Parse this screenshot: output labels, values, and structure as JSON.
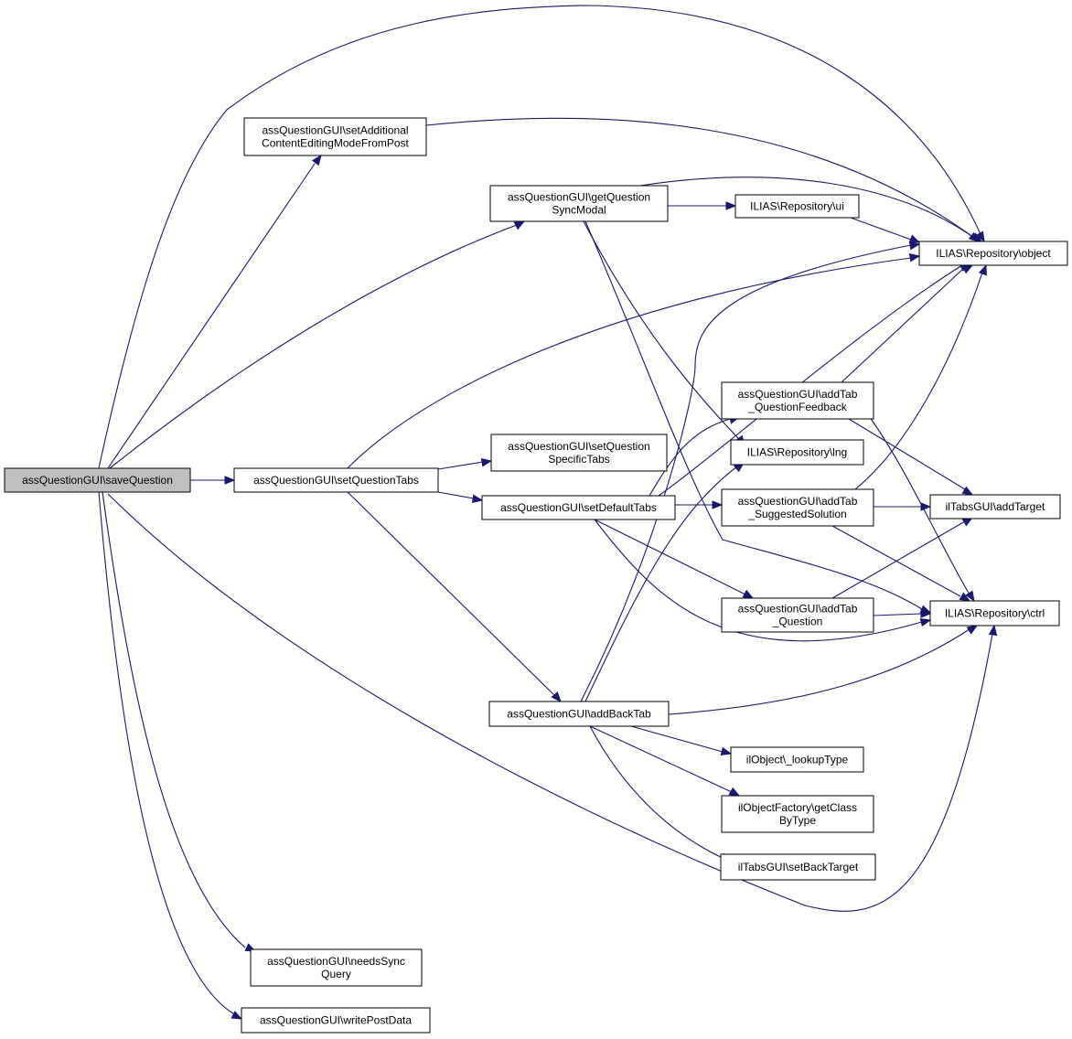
{
  "nodes": [
    {
      "id": "saveQuestion",
      "lines": [
        "assQuestionGUI\\saveQuestion"
      ],
      "root": true
    },
    {
      "id": "setAdditional",
      "lines": [
        "assQuestionGUI\\setAdditional",
        "ContentEditingModeFromPost"
      ]
    },
    {
      "id": "getQuestionSyncModal",
      "lines": [
        "assQuestionGUI\\getQuestion",
        "SyncModal"
      ]
    },
    {
      "id": "repoUi",
      "lines": [
        "ILIAS\\Repository\\ui"
      ]
    },
    {
      "id": "repoObject",
      "lines": [
        "ILIAS\\Repository\\object"
      ]
    },
    {
      "id": "setQuestionSpecificTabs",
      "lines": [
        "assQuestionGUI\\setQuestion",
        "SpecificTabs"
      ]
    },
    {
      "id": "setQuestionTabs",
      "lines": [
        "assQuestionGUI\\setQuestionTabs"
      ]
    },
    {
      "id": "setDefaultTabs",
      "lines": [
        "assQuestionGUI\\setDefaultTabs"
      ]
    },
    {
      "id": "addTabQuestionFeedback",
      "lines": [
        "assQuestionGUI\\addTab",
        "_QuestionFeedback"
      ]
    },
    {
      "id": "repoLng",
      "lines": [
        "ILIAS\\Repository\\lng"
      ]
    },
    {
      "id": "addTabSuggestedSolution",
      "lines": [
        "assQuestionGUI\\addTab",
        "_SuggestedSolution"
      ]
    },
    {
      "id": "addTarget",
      "lines": [
        "ilTabsGUI\\addTarget"
      ]
    },
    {
      "id": "addTabQuestion",
      "lines": [
        "assQuestionGUI\\addTab",
        "_Question"
      ]
    },
    {
      "id": "repoCtrl",
      "lines": [
        "ILIAS\\Repository\\ctrl"
      ]
    },
    {
      "id": "addBackTab",
      "lines": [
        "assQuestionGUI\\addBackTab"
      ]
    },
    {
      "id": "lookupType",
      "lines": [
        "ilObject\\_lookupType"
      ]
    },
    {
      "id": "getClassByType",
      "lines": [
        "ilObjectFactory\\getClass",
        "ByType"
      ]
    },
    {
      "id": "setBackTarget",
      "lines": [
        "ilTabsGUI\\setBackTarget"
      ]
    },
    {
      "id": "needsSyncQuery",
      "lines": [
        "assQuestionGUI\\needsSync",
        "Query"
      ]
    },
    {
      "id": "writePostData",
      "lines": [
        "assQuestionGUI\\writePostData"
      ]
    }
  ],
  "edges": [
    [
      "saveQuestion",
      "setAdditional"
    ],
    [
      "saveQuestion",
      "repoObject"
    ],
    [
      "saveQuestion",
      "getQuestionSyncModal"
    ],
    [
      "saveQuestion",
      "setQuestionTabs"
    ],
    [
      "saveQuestion",
      "repoCtrl"
    ],
    [
      "saveQuestion",
      "needsSyncQuery"
    ],
    [
      "saveQuestion",
      "writePostData"
    ],
    [
      "setAdditional",
      "repoObject"
    ],
    [
      "getQuestionSyncModal",
      "repoUi"
    ],
    [
      "getQuestionSyncModal",
      "repoObject"
    ],
    [
      "getQuestionSyncModal",
      "repoLng"
    ],
    [
      "getQuestionSyncModal",
      "repoCtrl"
    ],
    [
      "repoUi",
      "repoObject"
    ],
    [
      "setQuestionTabs",
      "repoObject"
    ],
    [
      "setQuestionTabs",
      "setQuestionSpecificTabs"
    ],
    [
      "setQuestionTabs",
      "setDefaultTabs"
    ],
    [
      "setQuestionTabs",
      "addBackTab"
    ],
    [
      "setDefaultTabs",
      "repoObject"
    ],
    [
      "setDefaultTabs",
      "addTabQuestionFeedback"
    ],
    [
      "setDefaultTabs",
      "addTabSuggestedSolution"
    ],
    [
      "setDefaultTabs",
      "addTabQuestion"
    ],
    [
      "setDefaultTabs",
      "repoCtrl"
    ],
    [
      "addTabQuestionFeedback",
      "repoObject"
    ],
    [
      "addTabQuestionFeedback",
      "addTarget"
    ],
    [
      "addTabQuestionFeedback",
      "repoCtrl"
    ],
    [
      "addTabSuggestedSolution",
      "repoObject"
    ],
    [
      "addTabSuggestedSolution",
      "addTarget"
    ],
    [
      "addTabSuggestedSolution",
      "repoCtrl"
    ],
    [
      "addTabQuestion",
      "addTarget"
    ],
    [
      "addTabQuestion",
      "repoCtrl"
    ],
    [
      "addBackTab",
      "repoObject"
    ],
    [
      "addBackTab",
      "repoLng"
    ],
    [
      "addBackTab",
      "repoCtrl"
    ],
    [
      "addBackTab",
      "lookupType"
    ],
    [
      "addBackTab",
      "getClassByType"
    ],
    [
      "addBackTab",
      "setBackTarget"
    ]
  ],
  "colors": {
    "edge": "#191970",
    "root_fill": "#bfbfbf",
    "node_fill": "#ffffff",
    "node_stroke": "#000000"
  }
}
